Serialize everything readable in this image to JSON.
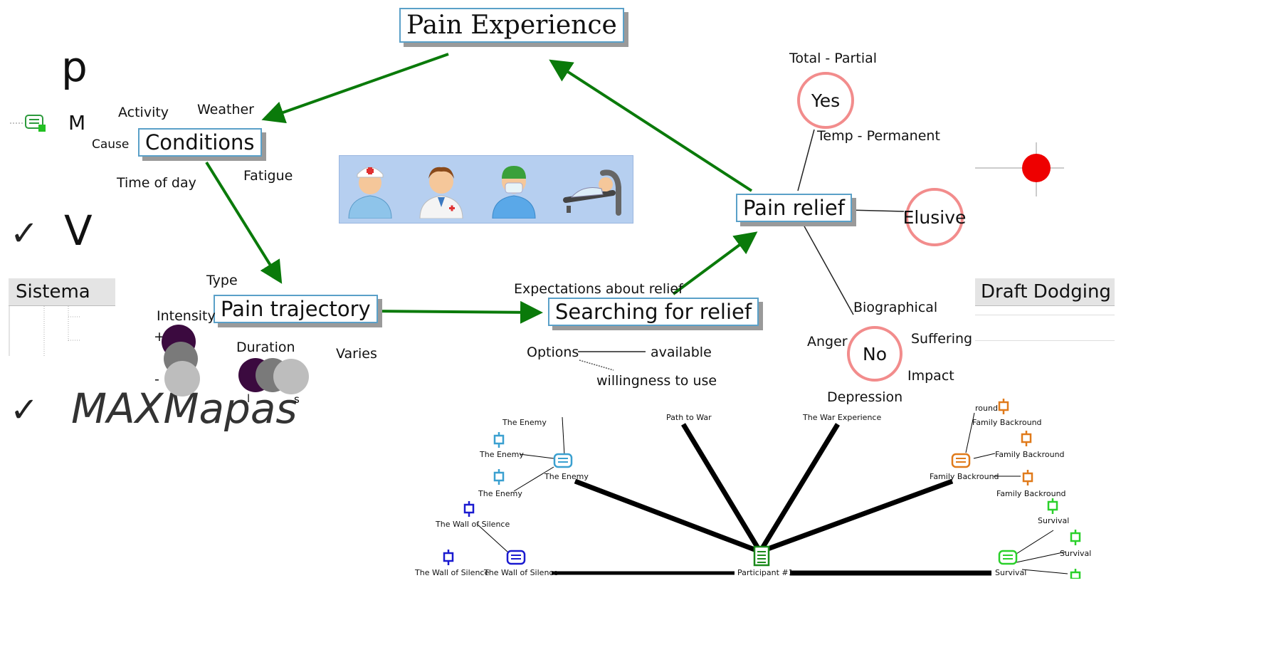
{
  "slide": {
    "line1": "p",
    "line2": "M",
    "line3": "V",
    "line4": "MAXMapas",
    "check": "✓"
  },
  "grid": {
    "left_header": "Sistema",
    "right_header": "Draft Dodging"
  },
  "concept_map": {
    "pain_experience": "Pain Experience",
    "conditions": "Conditions",
    "pain_trajectory": "Pain trajectory",
    "searching": "Searching for relief",
    "pain_relief": "Pain relief",
    "labels": {
      "activity": "Activity",
      "weather": "Weather",
      "cause": "Cause",
      "time_of_day": "Time of day",
      "fatigue": "Fatigue",
      "type": "Type",
      "intensity": "Intensity",
      "plus": "+",
      "minus": "-",
      "duration": "Duration",
      "dur_l": "l",
      "dur_s": "s",
      "varies": "Varies",
      "expectations": "Expectations about relief",
      "options": "Options",
      "available": "available",
      "willingness": "willingness to use",
      "total_partial": "Total - Partial",
      "temp_permanent": "Temp - Permanent",
      "biographical": "Biographical",
      "anger": "Anger",
      "suffering": "Suffering",
      "impact": "Impact",
      "depression": "Depression"
    },
    "circles": {
      "yes": "Yes",
      "elusive": "Elusive",
      "no": "No"
    },
    "icons": [
      "nurse-icon",
      "doctor-icon",
      "surgeon-icon",
      "patient-bed-icon"
    ],
    "colors": {
      "arrow": "#0a7a0a",
      "circle": "#f28c8c",
      "node_border": "#5aa0c8",
      "icon_panel": "#b6cff0"
    }
  },
  "maxmaps": {
    "participant": "Participant #1",
    "path_to_war": "Path to War",
    "war_experience": "The War Experience",
    "enemy": "The Enemy",
    "wall": "The Wall of Silence",
    "family": "Family Backround",
    "family_cut": "round",
    "survival": "Survival",
    "colors": {
      "enemy": "#3aa0d0",
      "wall": "#1a1ad0",
      "family": "#e07a1a",
      "survival": "#2ad02a",
      "participant": "#1a8a1a"
    }
  }
}
